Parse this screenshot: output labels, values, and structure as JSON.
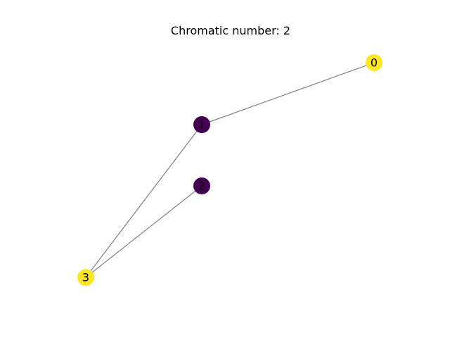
{
  "title": "Chromatic number: 2",
  "colors": {
    "color_0": "#fde725",
    "color_1": "#440154",
    "edge": "#808080"
  },
  "graph": {
    "nodes": [
      {
        "id": "0",
        "label": "0",
        "color_class": "color_0"
      },
      {
        "id": "1",
        "label": "1",
        "color_class": "color_1"
      },
      {
        "id": "2",
        "label": "2",
        "color_class": "color_1"
      },
      {
        "id": "3",
        "label": "3",
        "color_class": "color_0"
      }
    ],
    "edges": [
      {
        "source": "0",
        "target": "1"
      },
      {
        "source": "1",
        "target": "3"
      },
      {
        "source": "2",
        "target": "3"
      }
    ]
  }
}
